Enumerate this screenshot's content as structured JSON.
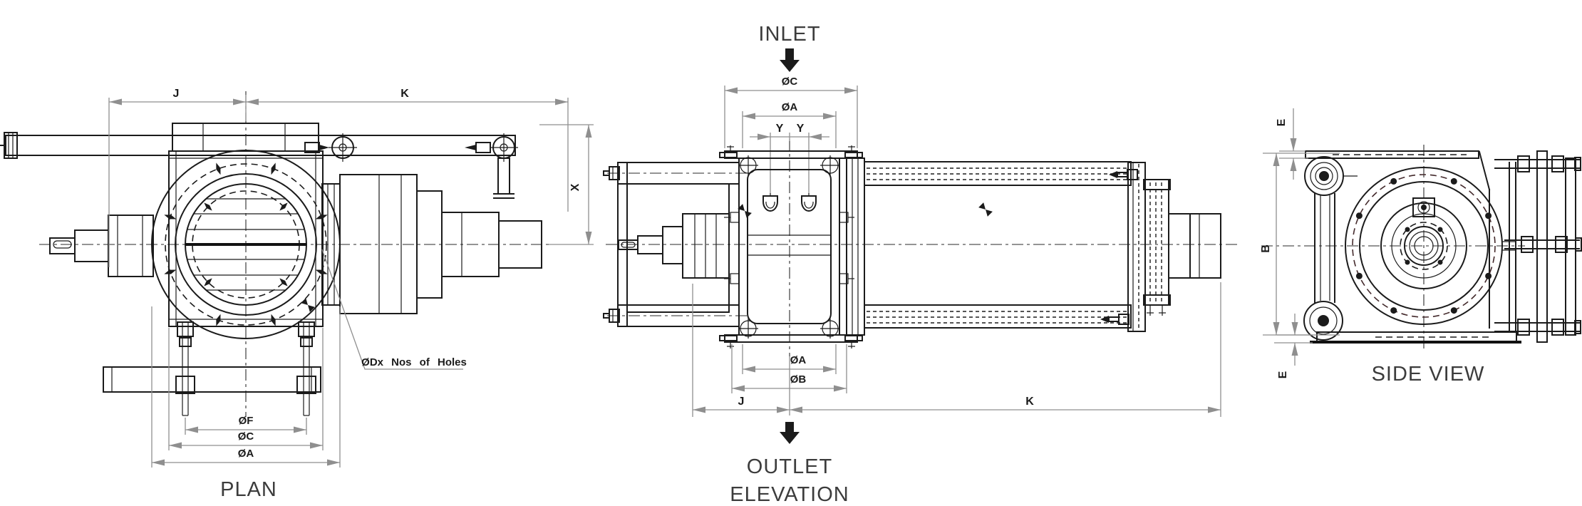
{
  "drawing": {
    "kind": "engineering-drawing",
    "colors": {
      "line": "#1b1b1b",
      "dimension": "#8f8f8f",
      "title": "#3c3c3c",
      "bolt_circle_dashed": "#43292b"
    }
  },
  "views": {
    "plan": {
      "title": "PLAN",
      "dims": {
        "j": "J",
        "k": "K",
        "x": "X",
        "f": "ØF",
        "c": "ØC",
        "a": "ØA"
      },
      "note": "ØDx Nos of Holes"
    },
    "elevation": {
      "title": "ELEVATION",
      "inlet": "INLET",
      "outlet": "OUTLET",
      "dims": {
        "c": "ØC",
        "a_top": "ØA",
        "y1": "Y",
        "y2": "Y",
        "a_bot": "ØA",
        "b": "ØB",
        "j": "J",
        "k": "K"
      }
    },
    "side": {
      "title": "SIDE VIEW",
      "dims": {
        "e_top": "E",
        "b": "B",
        "e_bot": "E"
      }
    }
  }
}
